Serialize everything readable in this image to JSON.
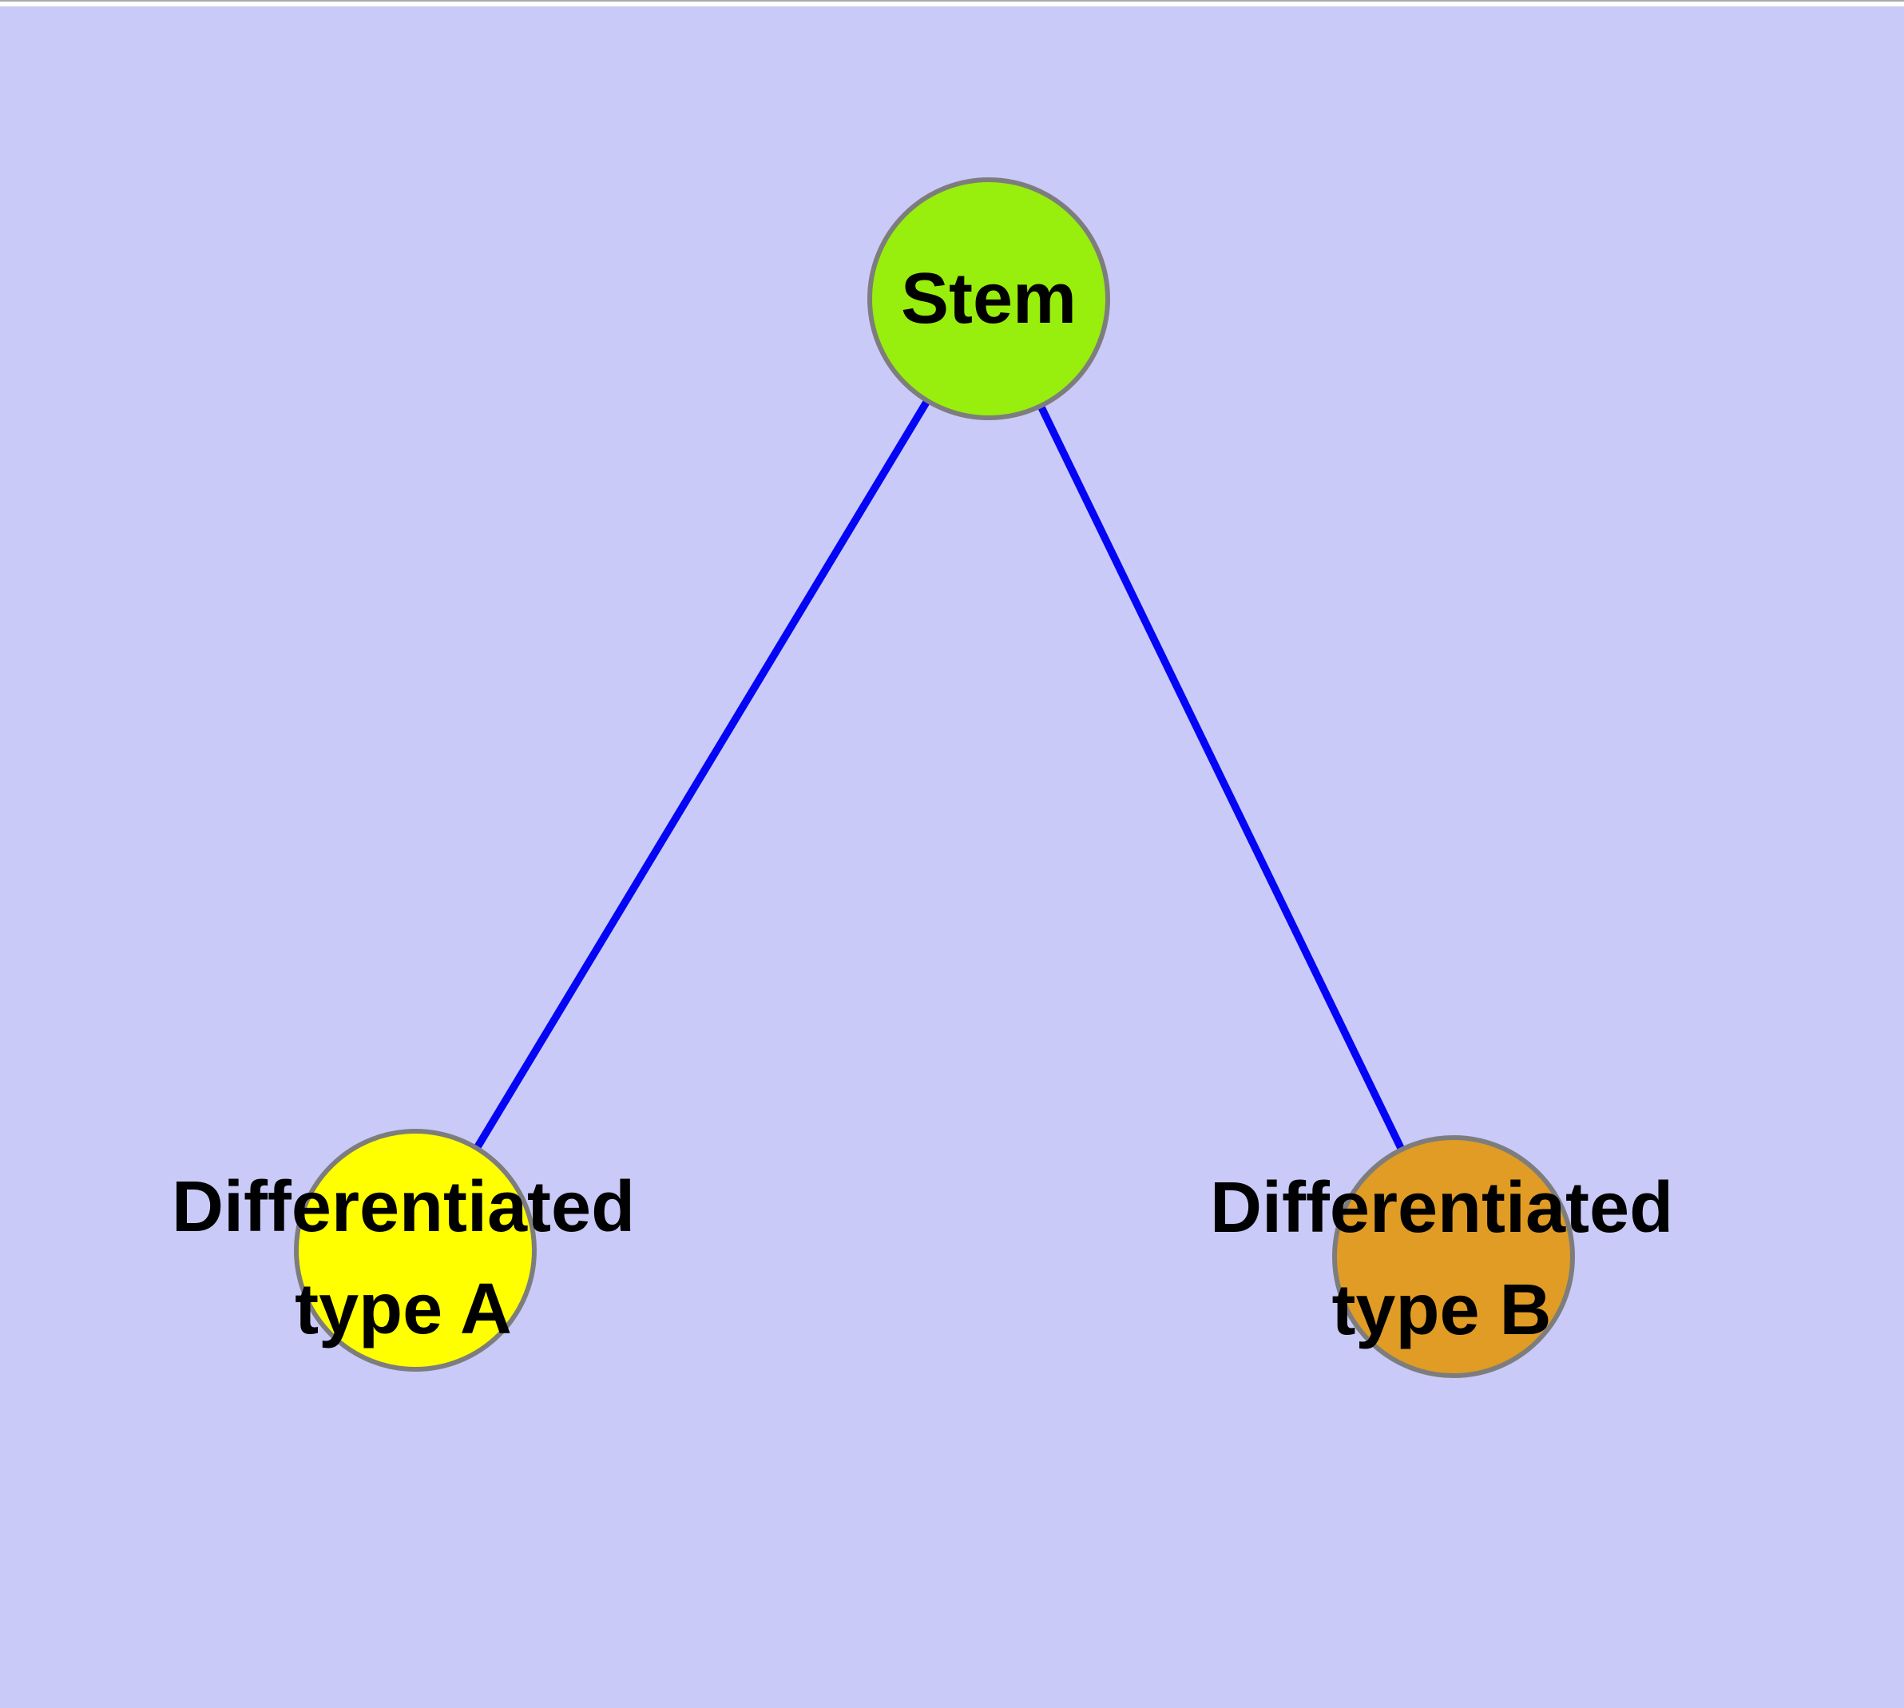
{
  "colors": {
    "background": "#CACAF8",
    "top_strip": "#FFFFFF",
    "top_strip_line": "#ABABAB",
    "edge": "#0505F5",
    "node_border": "#7D7D7D"
  },
  "nodes": {
    "stem": {
      "label": "Stem",
      "fill": "#98EE0C"
    },
    "type_a": {
      "label_line1": "Differentiated",
      "label_line2": "type A",
      "fill": "#FFFF00"
    },
    "type_b": {
      "label_line1": "Differentiated",
      "label_line2": "type B",
      "fill": "#E09C24"
    }
  },
  "edges": [
    {
      "from": "Stem",
      "to": "Differentiated type A",
      "color": "#0505F5"
    },
    {
      "from": "Stem",
      "to": "Differentiated type B",
      "color": "#0505F5"
    }
  ]
}
